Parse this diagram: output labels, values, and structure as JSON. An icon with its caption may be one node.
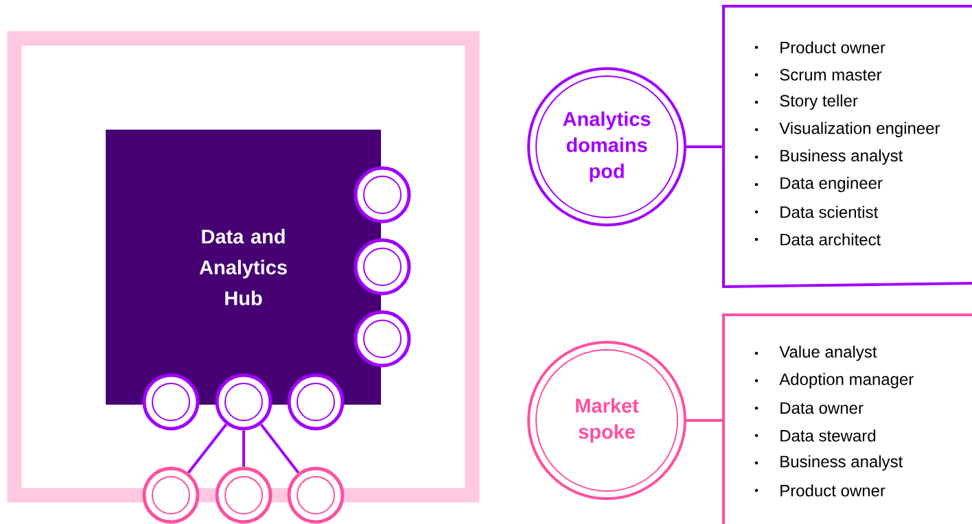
{
  "diagram": {
    "nodes": [
      {
        "text": [
          "Data and Analytics Hub"
        ]
      },
      {
        "text": [],
        "shape": "circle"
      },
      {
        "text": [],
        "shape": "circle"
      },
      {
        "text": [],
        "shape": "circle"
      },
      {
        "text": [],
        "shape": "circle"
      },
      {
        "text": [],
        "shape": "circle"
      },
      {
        "text": [],
        "shape": "circle"
      },
      {
        "text": [],
        "shape": "circle"
      },
      {
        "text": [],
        "shape": "circle"
      },
      {
        "text": [],
        "shape": "circle"
      },
      {
        "text": [
          "Analytics domains pod"
        ]
      },
      {
        "text": [
          "Product owner",
          "Scrum master",
          "Story teller",
          "Visualization engineer",
          "Business analyst",
          "Data engineer",
          "Data scientist",
          "Data architect"
        ]
      },
      {
        "text": [
          "Market spoke"
        ]
      },
      {
        "text": [
          "Value analyst",
          "Adoption manager",
          "Data owner",
          "Data steward",
          "Business analyst",
          "Product owner"
        ]
      }
    ],
    "edges": [
      {
        "from": 5,
        "to": 7,
        "arrow": "none"
      },
      {
        "from": 5,
        "to": 8,
        "arrow": "none"
      },
      {
        "from": 5,
        "to": 9,
        "arrow": "none"
      },
      {
        "from": 10,
        "to": 11,
        "arrow": "none"
      },
      {
        "from": 12,
        "to": 13,
        "arrow": "none",
        "color": "#ff50a0"
      }
    ]
  }
}
